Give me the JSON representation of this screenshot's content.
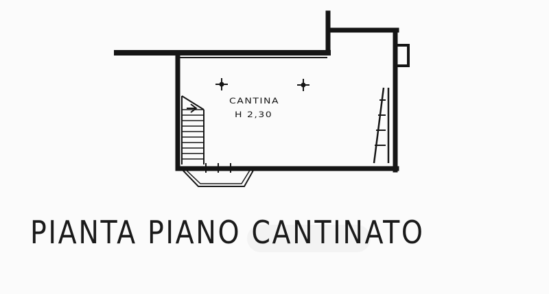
{
  "plan": {
    "room_label": "CANTINA",
    "room_height": "H 2,30",
    "title": "PIANTA PIANO CANTINATO"
  },
  "icons": {
    "light_point": "ceiling-light-symbol",
    "stair": "staircase-symbol",
    "window": "window-symbol"
  },
  "colors": {
    "ink": "#151515",
    "paper": "#fbfbfb"
  }
}
